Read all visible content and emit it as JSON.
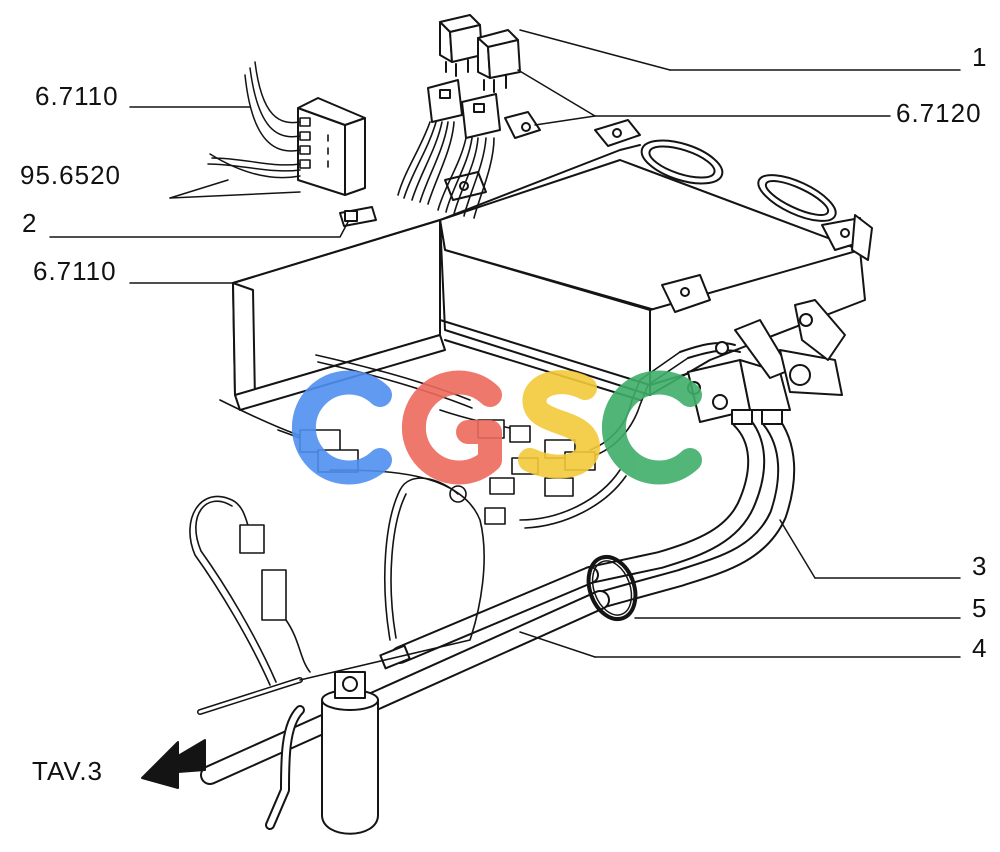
{
  "callouts": {
    "c1": "1",
    "c6_7120": "6.7120",
    "c6_7110_top": "6.7110",
    "c95_6520": "95.6520",
    "c2": "2",
    "c6_7110_mid": "6.7110",
    "c3": "3",
    "c5": "5",
    "c4": "4"
  },
  "reference": {
    "label": "TAV.3"
  },
  "watermark": {
    "text": "CGSC",
    "colors": [
      "#4f8ff0",
      "#ee6a5d",
      "#f3c93a",
      "#3fae6a"
    ]
  },
  "colors": {
    "line": "#141414",
    "paper": "#ffffff"
  }
}
